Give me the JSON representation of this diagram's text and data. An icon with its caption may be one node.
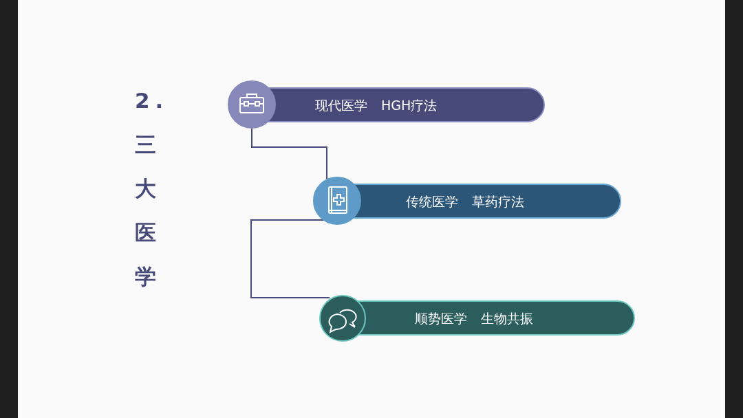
{
  "diagram": {
    "title": "2.三大医学",
    "nodes": [
      {
        "text": [
          "现代医学 HGH疗法"
        ]
      },
      {
        "text": [
          "传统医学 草药疗法"
        ]
      },
      {
        "text": [
          "顺势医学 生物共振"
        ]
      }
    ],
    "edges": [
      {
        "from": 0,
        "to": 1,
        "arrow": "none"
      },
      {
        "from": 1,
        "to": 2,
        "arrow": "none"
      }
    ]
  }
}
